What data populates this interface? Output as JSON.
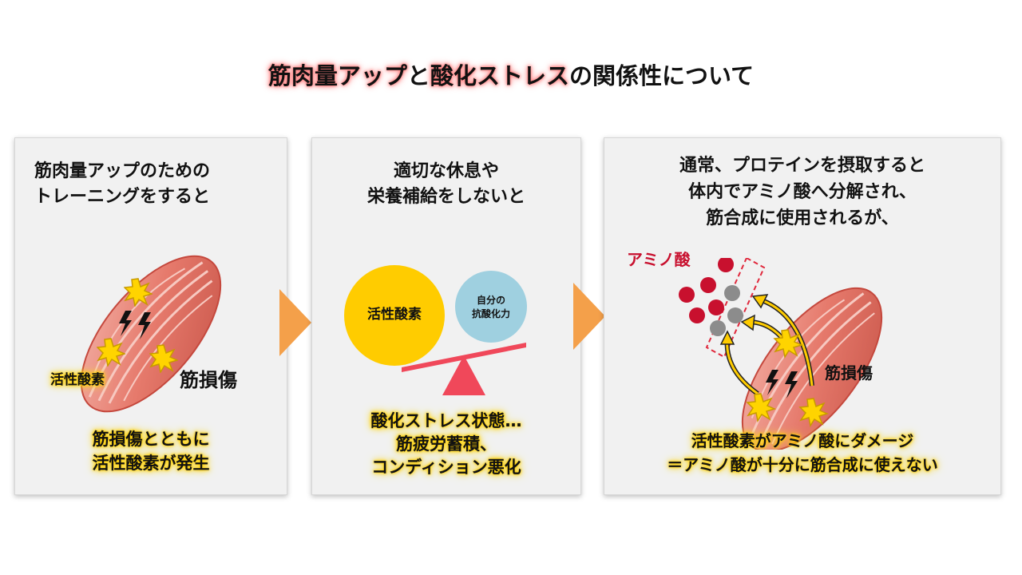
{
  "title": {
    "part1": "筋肉量アップ",
    "part2": "と",
    "part3": "酸化ストレス",
    "part4": "の関係性について"
  },
  "panel1": {
    "heading_line1": "筋肉量アップのための",
    "heading_line2": "トレーニングをすると",
    "label_ros": "活性酸素",
    "label_injury": "筋損傷",
    "caption_line1": "筋損傷とともに",
    "caption_line2": "活性酸素が発生"
  },
  "panel2": {
    "heading_line1": "適切な休息や",
    "heading_line2": "栄養補給をしないと",
    "ros_circle": "活性酸素",
    "antioxidant_line1": "自分の",
    "antioxidant_line2": "抗酸化力",
    "caption_line1": "酸化ストレス状態…",
    "caption_line2": "筋疲労蓄積、",
    "caption_line3": "コンディション悪化"
  },
  "panel3": {
    "heading_line1": "通常、プロテインを摂取すると",
    "heading_line2": "体内でアミノ酸へ分解され、",
    "heading_line3": "筋合成に使用されるが、",
    "amino_label": "アミノ酸",
    "injury_label": "筋損傷",
    "caption_line1": "活性酸素がアミノ酸にダメージ",
    "caption_line2": "＝アミノ酸が十分に筋合成に使えない"
  },
  "colors": {
    "arrow": "#f4a04a",
    "ros_circle": "#ffcc00",
    "antioxidant_circle": "#9fd0e0",
    "seesaw": "#f0485a",
    "amino_red": "#c8102e",
    "amino_gray": "#8c8c8c",
    "muscle": "#e8877c",
    "title_glow": "#ff7a7a",
    "caption_glow": "#ffd000"
  }
}
